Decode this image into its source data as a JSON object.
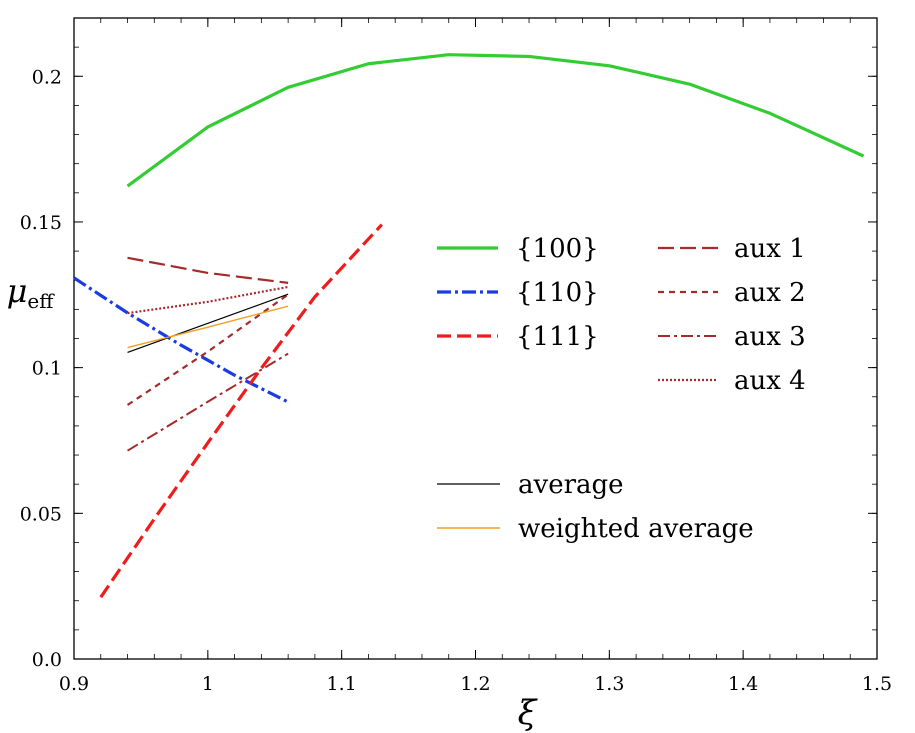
{
  "chart_data": {
    "type": "line",
    "title": "",
    "xlabel": "ξ",
    "ylabel": "μ",
    "ylabel_subscript": "eff",
    "xlim": [
      0.9,
      1.5
    ],
    "ylim": [
      0.0,
      0.22
    ],
    "x_ticks": [
      0.9,
      1.0,
      1.1,
      1.2,
      1.3,
      1.4,
      1.5
    ],
    "x_tick_labels": [
      "0.9",
      "1",
      "1.1",
      "1.2",
      "1.3",
      "1.4",
      "1.5"
    ],
    "y_ticks": [
      0.0,
      0.05,
      0.1,
      0.15,
      0.2
    ],
    "y_tick_labels": [
      "0.0",
      "0.05",
      "0.1",
      "0.15",
      "0.2"
    ],
    "grid": false,
    "legend_placement": "center-right",
    "series": [
      {
        "name": "{100}",
        "color": "#33cc33",
        "dash": "solid",
        "width": 3.2,
        "legend_group": "left",
        "x": [
          0.94,
          1.0,
          1.06,
          1.12,
          1.18,
          1.24,
          1.3,
          1.36,
          1.42,
          1.49
        ],
        "y": [
          0.1623,
          0.1826,
          0.1962,
          0.2043,
          0.2074,
          0.2068,
          0.2036,
          0.1973,
          0.1873,
          0.1726
        ]
      },
      {
        "name": "{110}",
        "color": "#1a3ce0",
        "dash": "dashdot",
        "width": 3.2,
        "legend_group": "left",
        "x": [
          0.9,
          0.94,
          0.98,
          1.02,
          1.06
        ],
        "y": [
          0.1308,
          0.1188,
          0.1077,
          0.0974,
          0.0882
        ]
      },
      {
        "name": "{111}",
        "color": "#ee1c1c",
        "dash": "dashed",
        "width": 3.2,
        "legend_group": "left",
        "x": [
          0.92,
          0.96,
          1.0,
          1.04,
          1.08,
          1.13
        ],
        "y": [
          0.0212,
          0.0481,
          0.0742,
          0.0998,
          0.1243,
          0.1491
        ]
      },
      {
        "name": "aux 1",
        "color": "#a52a2a",
        "dash": "longdash",
        "width": 2.2,
        "legend_group": "right",
        "x": [
          0.94,
          1.0,
          1.06
        ],
        "y": [
          0.1377,
          0.1325,
          0.1291
        ]
      },
      {
        "name": "aux 2",
        "color": "#a52a2a",
        "dash": "shortdash",
        "width": 2.2,
        "legend_group": "right",
        "x": [
          0.94,
          1.0,
          1.06
        ],
        "y": [
          0.0872,
          0.1055,
          0.1251
        ]
      },
      {
        "name": "aux 3",
        "color": "#a52a2a",
        "dash": "dashdot-thin",
        "width": 2.0,
        "legend_group": "right",
        "x": [
          0.94,
          1.0,
          1.06
        ],
        "y": [
          0.0715,
          0.0883,
          0.1048
        ]
      },
      {
        "name": "aux 4",
        "color": "#a52a2a",
        "dash": "dotted",
        "width": 2.2,
        "legend_group": "right",
        "x": [
          0.94,
          1.0,
          1.06
        ],
        "y": [
          0.1187,
          0.1226,
          0.1277
        ]
      },
      {
        "name": "average",
        "color": "#000000",
        "dash": "solid",
        "width": 1.2,
        "legend_group": "bottom",
        "x": [
          0.94,
          1.0,
          1.06
        ],
        "y": [
          0.1052,
          0.1152,
          0.1252
        ]
      },
      {
        "name": "weighted average",
        "color": "#f0a020",
        "dash": "solid",
        "width": 1.4,
        "legend_group": "bottom",
        "x": [
          0.94,
          1.0,
          1.06
        ],
        "y": [
          0.1069,
          0.1139,
          0.1211
        ]
      }
    ]
  }
}
